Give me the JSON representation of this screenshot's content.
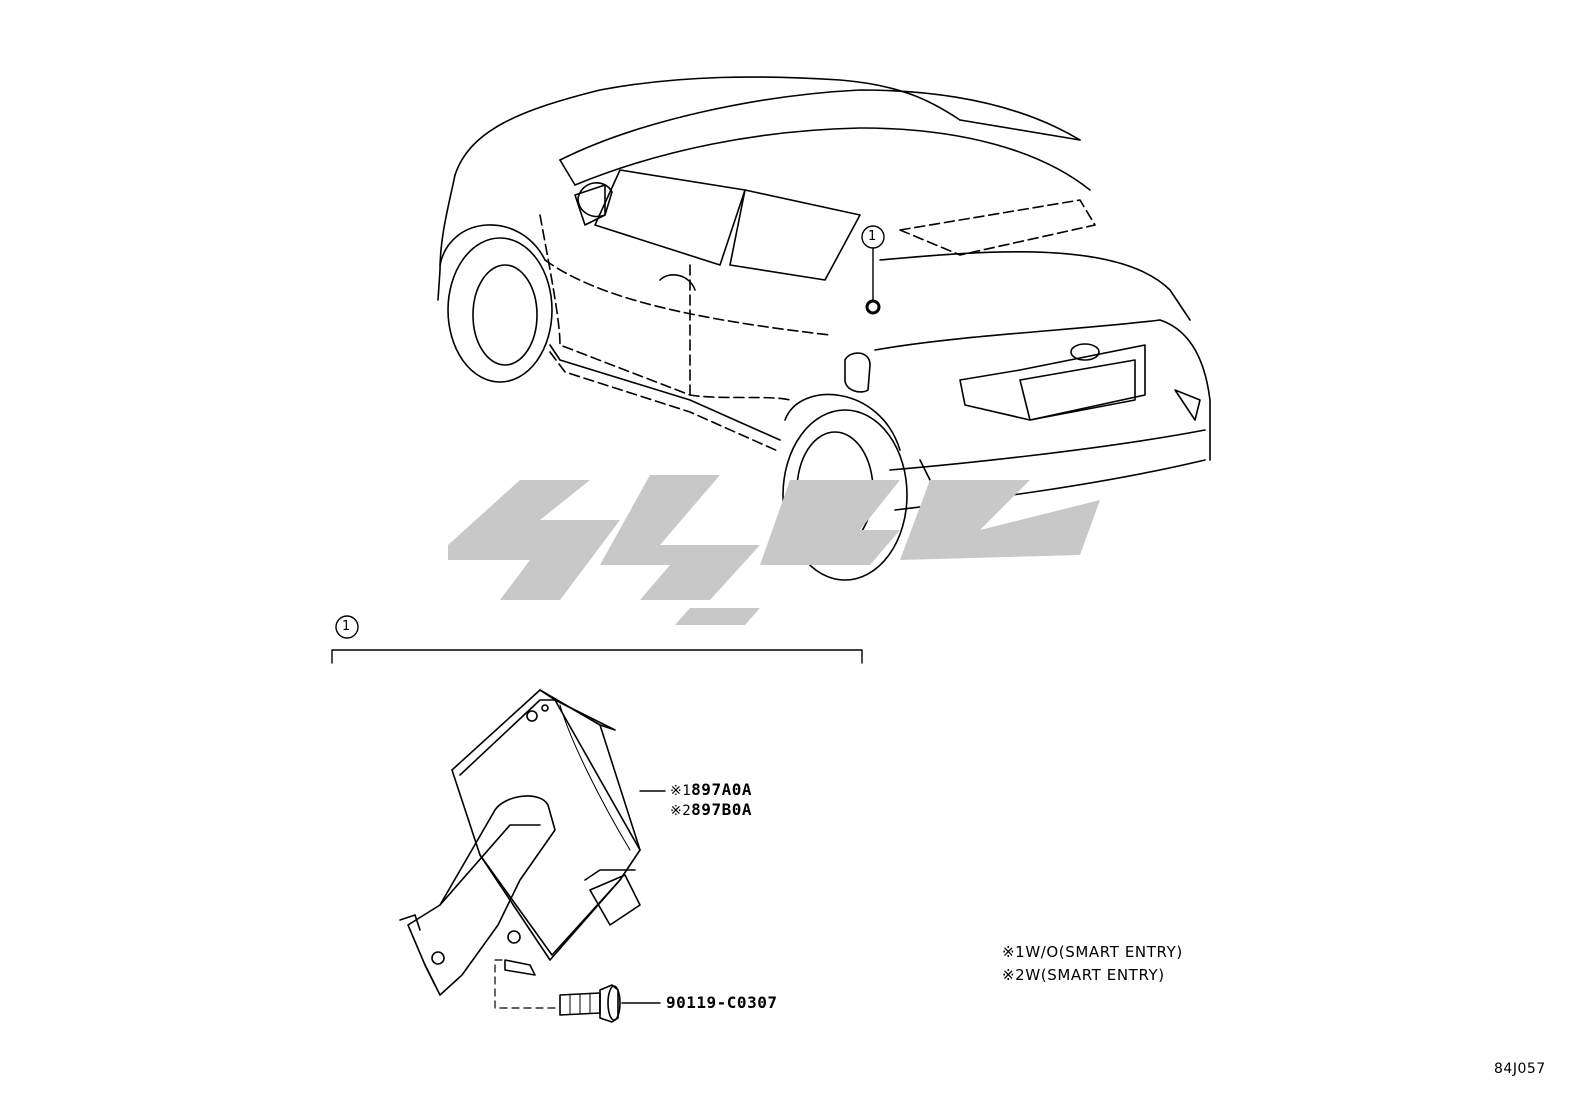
{
  "callouts": {
    "item_number": "1"
  },
  "parts": {
    "variant_1": {
      "mark": "※1",
      "number": "897A0A"
    },
    "variant_2": {
      "mark": "※2",
      "number": "897B0A"
    },
    "bolt": "90119-C0307"
  },
  "notes": [
    {
      "mark": "※1",
      "text": "W/O(SMART ENTRY)"
    },
    {
      "mark": "※2",
      "text": "W(SMART ENTRY)"
    }
  ],
  "diagram_code": "84J057",
  "colors": {
    "line": "#000000",
    "watermark": "#c8c8c8"
  }
}
